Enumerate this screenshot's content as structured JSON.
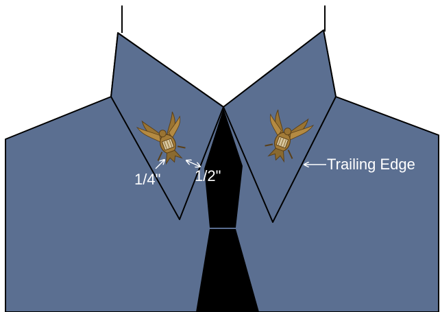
{
  "labels": {
    "quarter_inch": "1/4\"",
    "half_inch": "1/2\"",
    "trailing_edge": "Trailing Edge"
  },
  "colors": {
    "uniform_blue": "#5b6f91",
    "tie_black": "#000000",
    "outline": "#000000",
    "label_white": "#ffffff",
    "insignia_gold": "#9a7433",
    "insignia_dark": "#5a3f17"
  },
  "icons": {
    "left_insignia": "eagle-insignia-icon",
    "right_insignia": "eagle-insignia-icon"
  }
}
